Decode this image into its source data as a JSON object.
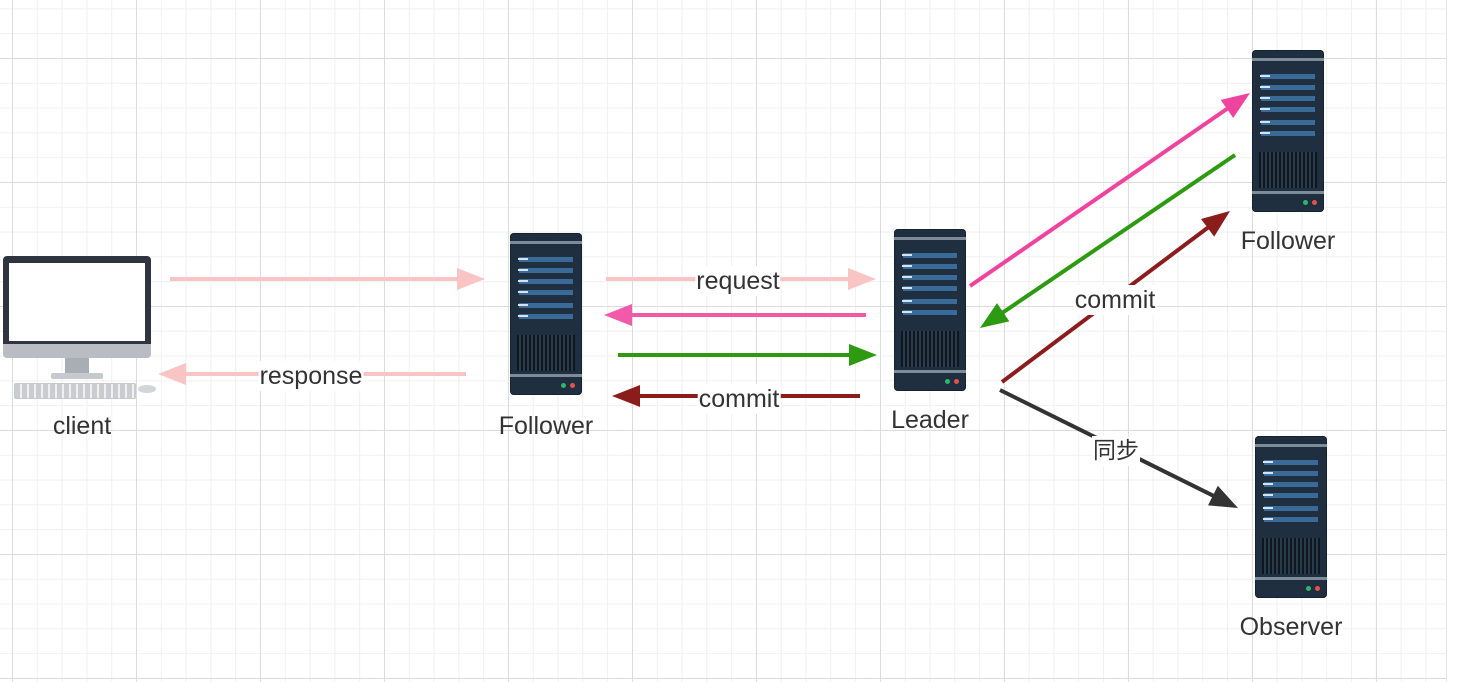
{
  "nodes": {
    "client": {
      "label": "client",
      "icon": "desktop-computer-icon"
    },
    "follower_left": {
      "label": "Follower",
      "icon": "server-icon"
    },
    "leader": {
      "label": "Leader",
      "icon": "server-icon"
    },
    "follower_right": {
      "label": "Follower",
      "icon": "server-icon"
    },
    "observer": {
      "label": "Observer",
      "icon": "server-icon"
    }
  },
  "edges": [
    {
      "id": "client-to-follower",
      "from": "client",
      "to": "follower_left",
      "label": "",
      "color": "#f8c4c4"
    },
    {
      "id": "follower-to-client",
      "from": "follower_left",
      "to": "client",
      "label": "response",
      "color": "#f8c4c4"
    },
    {
      "id": "follower-to-leader-request",
      "from": "follower_left",
      "to": "leader",
      "label": "request",
      "color": "#f8c4c4"
    },
    {
      "id": "leader-to-follower-pink",
      "from": "leader",
      "to": "follower_left",
      "label": "",
      "color": "#f05aa8"
    },
    {
      "id": "follower-to-leader-ack",
      "from": "follower_left",
      "to": "leader",
      "label": "",
      "color": "#2e9a12"
    },
    {
      "id": "leader-to-follower-commit",
      "from": "leader",
      "to": "follower_left",
      "label": "commit",
      "color": "#8b1c1c"
    },
    {
      "id": "leader-to-follower2-proposal",
      "from": "leader",
      "to": "follower_right",
      "label": "",
      "color": "#f0439e"
    },
    {
      "id": "follower2-to-leader-ack",
      "from": "follower_right",
      "to": "leader",
      "label": "",
      "color": "#2e9a12"
    },
    {
      "id": "leader-to-follower2-commit",
      "from": "leader",
      "to": "follower_right",
      "label": "commit",
      "color": "#8b1c1c"
    },
    {
      "id": "leader-to-observer-sync",
      "from": "leader",
      "to": "observer",
      "label": "同步",
      "color": "#333333"
    }
  ]
}
